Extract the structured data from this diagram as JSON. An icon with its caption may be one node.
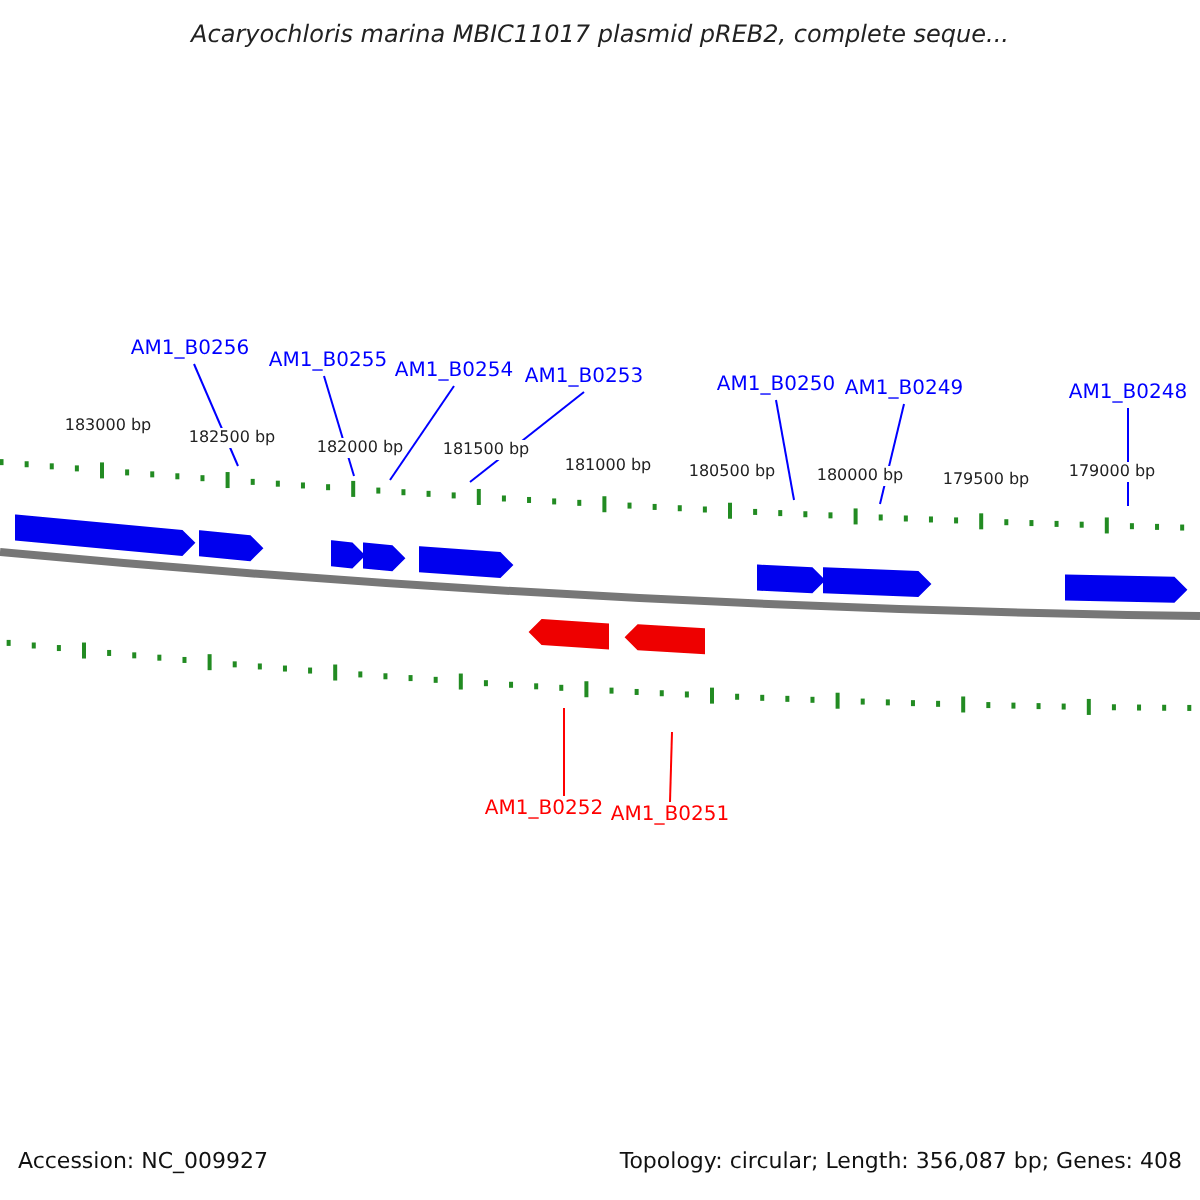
{
  "diagram": {
    "title": "Acaryochloris marina MBIC11017 plasmid pREB2, complete seque...",
    "nodes": [
      {
        "text": [
          "AM1_B0256"
        ]
      },
      {
        "text": [
          "AM1_B0255"
        ]
      },
      {
        "text": [
          "AM1_B0254"
        ]
      },
      {
        "text": [
          "AM1_B0253"
        ]
      },
      {
        "text": [
          "AM1_B0250"
        ]
      },
      {
        "text": [
          "AM1_B0249"
        ]
      },
      {
        "text": [
          "AM1_B0248"
        ]
      },
      {
        "text": [
          "AM1_B0252"
        ]
      },
      {
        "text": [
          "AM1_B0251"
        ]
      }
    ],
    "edges": [
      {
        "from": 0,
        "to": null,
        "arrow": "none"
      },
      {
        "from": 1,
        "to": null,
        "arrow": "none"
      },
      {
        "from": 2,
        "to": null,
        "arrow": "none"
      },
      {
        "from": 3,
        "to": null,
        "arrow": "none"
      },
      {
        "from": 4,
        "to": null,
        "arrow": "none"
      },
      {
        "from": 5,
        "to": null,
        "arrow": "none"
      },
      {
        "from": 6,
        "to": null,
        "arrow": "none"
      },
      {
        "from": 7,
        "to": null,
        "arrow": "none",
        "color": "#ff0000"
      },
      {
        "from": 8,
        "to": null,
        "arrow": "none",
        "color": "#ff0000"
      }
    ],
    "labels": [
      "183000 bp",
      "182500 bp",
      "182000 bp",
      "181500 bp",
      "181000 bp",
      "180500 bp",
      "180000 bp",
      "179500 bp",
      "179000 bp",
      "Accession: NC_009927",
      "Topology: circular; Length: 356,087 bp; Genes: 408"
    ]
  }
}
